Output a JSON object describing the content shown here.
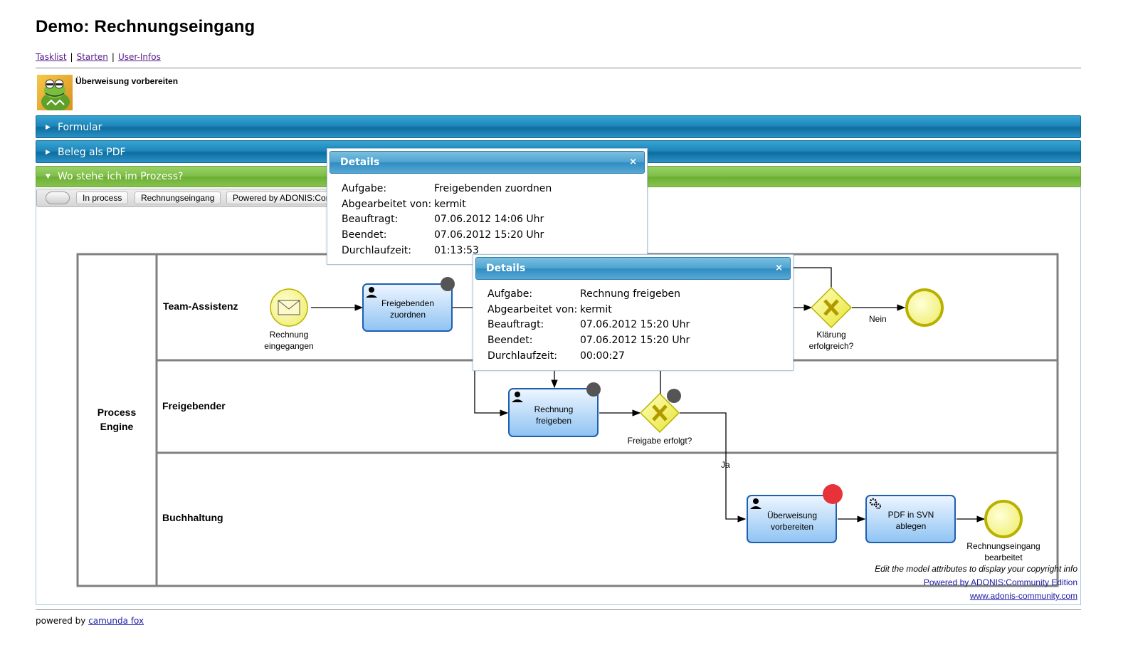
{
  "page": {
    "title": "Demo: Rechnungseingang"
  },
  "nav": {
    "tasklist": "Tasklist",
    "starten": "Starten",
    "userinfos": "User-Infos",
    "separator": "|"
  },
  "task": {
    "title": "Überweisung vorbereiten"
  },
  "accordion": {
    "formular": "Formular",
    "beleg": "Beleg als PDF",
    "prozess": "Wo stehe ich im Prozess?"
  },
  "toolbar": {
    "in_process": "In process",
    "process_name": "Rechnungseingang",
    "powered": "Powered by ADONIS:Community Edition"
  },
  "diagram": {
    "pool": "Process Engine",
    "lanes": [
      "Team-Assistenz",
      "Freigebender",
      "Buchhaltung"
    ],
    "start_event": "Rechnung eingegangen",
    "task_freigebenden": "Freigebenden zuordnen",
    "task_rechnung": "Rechnung freigeben",
    "gateway_freigabe": "Freigabe erfolgt?",
    "gateway_klaerung": "Klärung erfolgreich?",
    "flow_nein": "Nein",
    "flow_ja": "Ja",
    "task_ueberweisung": "Überweisung vorbereiten",
    "task_pdf": "PDF in SVN ablegen",
    "end_event": "Rechnungseingang bearbeitet"
  },
  "dialog1": {
    "title": "Details",
    "close": "×",
    "rows": [
      {
        "label": "Aufgabe:",
        "value": "Freigebenden zuordnen"
      },
      {
        "label": "Abgearbeitet von:",
        "value": "kermit"
      },
      {
        "label": "Beauftragt:",
        "value": "07.06.2012 14:06 Uhr"
      },
      {
        "label": "Beendet:",
        "value": "07.06.2012 15:20 Uhr"
      },
      {
        "label": "Durchlaufzeit:",
        "value": "01:13:53"
      }
    ]
  },
  "dialog2": {
    "title": "Details",
    "close": "×",
    "rows": [
      {
        "label": "Aufgabe:",
        "value": "Rechnung freigeben"
      },
      {
        "label": "Abgearbeitet von:",
        "value": "kermit"
      },
      {
        "label": "Beauftragt:",
        "value": "07.06.2012 15:20 Uhr"
      },
      {
        "label": "Beendet:",
        "value": "07.06.2012 15:20 Uhr"
      },
      {
        "label": "Durchlaufzeit:",
        "value": "00:00:27"
      }
    ]
  },
  "copyright": {
    "info": "Edit the model attributes to display your copyright info",
    "powered": "Powered by ADONIS:Community Edition",
    "url": "www.adonis-community.com"
  },
  "footer": {
    "prefix": "powered by",
    "link": "camunda fox"
  }
}
